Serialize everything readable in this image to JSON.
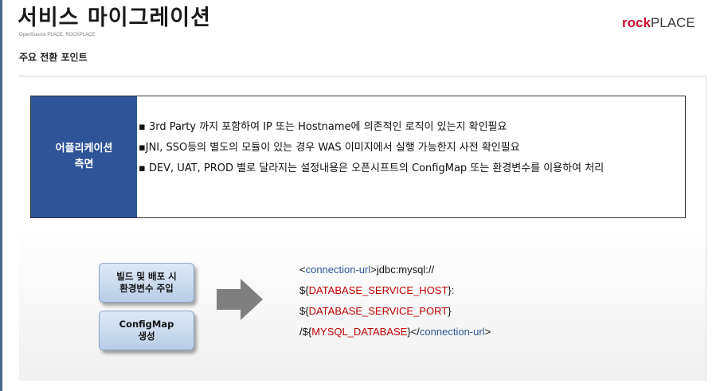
{
  "header": {
    "title": "서비스 마이그레이션",
    "subline": "OpenSource PLACE, ROCKPLACE",
    "section": "주요 전환 포인트",
    "logo_bold": "rock",
    "logo_light": "PLACE"
  },
  "info": {
    "header_line1": "어플리케이션",
    "header_line2": "측면",
    "bullets": [
      "▪ 3rd Party 까지 포함하여 IP 또는 Hostname에 의존적인 로직이 있는지 확인필요",
      "▪JNI, SSO등의 별도의 모듈이 있는 경우 WAS 이미지에서 실행 가능한지 사전 확인필요",
      "▪ DEV, UAT, PROD 별로 달라지는 설정내용은 오픈시프트의 ConfigMap 또는 환경변수를 이용하여 처리"
    ]
  },
  "steps": {
    "step1_line1": "빌드 및 배포 시",
    "step1_line2": "환경변수 주입",
    "step2_line1": "ConfigMap",
    "step2_line2": "생성"
  },
  "code": {
    "lt": "<",
    "gt": ">",
    "tag_name": "connection-url",
    "jdbc": "jdbc:mysql://",
    "dollar_open": "${",
    "close_brace": "}",
    "colon": ":",
    "slash_dollar": "/${",
    "close_tag_open": "</",
    "var1": "DATABASE_SERVICE_HOST",
    "var2": "DATABASE_SERVICE_PORT",
    "var3": "MYSQL_DATABASE"
  },
  "colors": {
    "brand_red": "#c8102e",
    "header_blue": "#2d5597",
    "variable_red": "#c00000"
  }
}
